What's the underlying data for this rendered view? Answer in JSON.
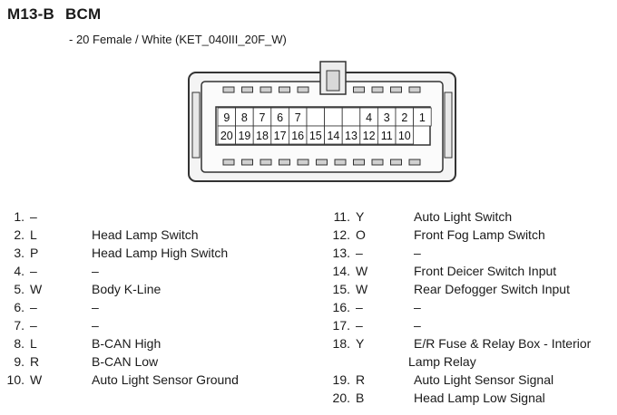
{
  "header": {
    "connector_id": "M13-B",
    "module": "BCM",
    "description": "- 20 Female / White (KET_040III_20F_W)"
  },
  "connector": {
    "top_row": [
      "9",
      "8",
      "7",
      "6",
      "7",
      "",
      "",
      "",
      "4",
      "3",
      "2",
      "1"
    ],
    "bottom_row": [
      "20",
      "19",
      "18",
      "17",
      "16",
      "15",
      "14",
      "13",
      "12",
      "11",
      "10"
    ]
  },
  "pins_left": [
    {
      "num": "1.",
      "color": "–",
      "desc": ""
    },
    {
      "num": "2.",
      "color": "L",
      "desc": "Head Lamp Switch"
    },
    {
      "num": "3.",
      "color": "P",
      "desc": "Head Lamp High Switch"
    },
    {
      "num": "4.",
      "color": "–",
      "desc": "–"
    },
    {
      "num": "5.",
      "color": "W",
      "desc": "Body K-Line"
    },
    {
      "num": "6.",
      "color": "–",
      "desc": "–"
    },
    {
      "num": "7.",
      "color": "–",
      "desc": "–"
    },
    {
      "num": "8.",
      "color": "L",
      "desc": "B-CAN High"
    },
    {
      "num": "9.",
      "color": "R",
      "desc": "B-CAN Low"
    },
    {
      "num": "10.",
      "color": "W",
      "desc": "Auto Light Sensor Ground"
    }
  ],
  "pins_right": [
    {
      "num": "11.",
      "color": "Y",
      "desc": "Auto Light Switch"
    },
    {
      "num": "12.",
      "color": "O",
      "desc": "Front Fog Lamp Switch"
    },
    {
      "num": "13.",
      "color": "–",
      "desc": "–"
    },
    {
      "num": "14.",
      "color": "W",
      "desc": "Front Deicer Switch Input"
    },
    {
      "num": "15.",
      "color": "W",
      "desc": "Rear Defogger Switch Input"
    },
    {
      "num": "16.",
      "color": "–",
      "desc": "–"
    },
    {
      "num": "17.",
      "color": "–",
      "desc": "–"
    },
    {
      "num": "18.",
      "color": "Y",
      "desc": "E/R Fuse & Relay Box - Interior",
      "desc2": "Lamp Relay"
    },
    {
      "num": "19.",
      "color": "R",
      "desc": "Auto Light Sensor Signal"
    },
    {
      "num": "20.",
      "color": "B",
      "desc": "Head Lamp Low Signal"
    }
  ]
}
